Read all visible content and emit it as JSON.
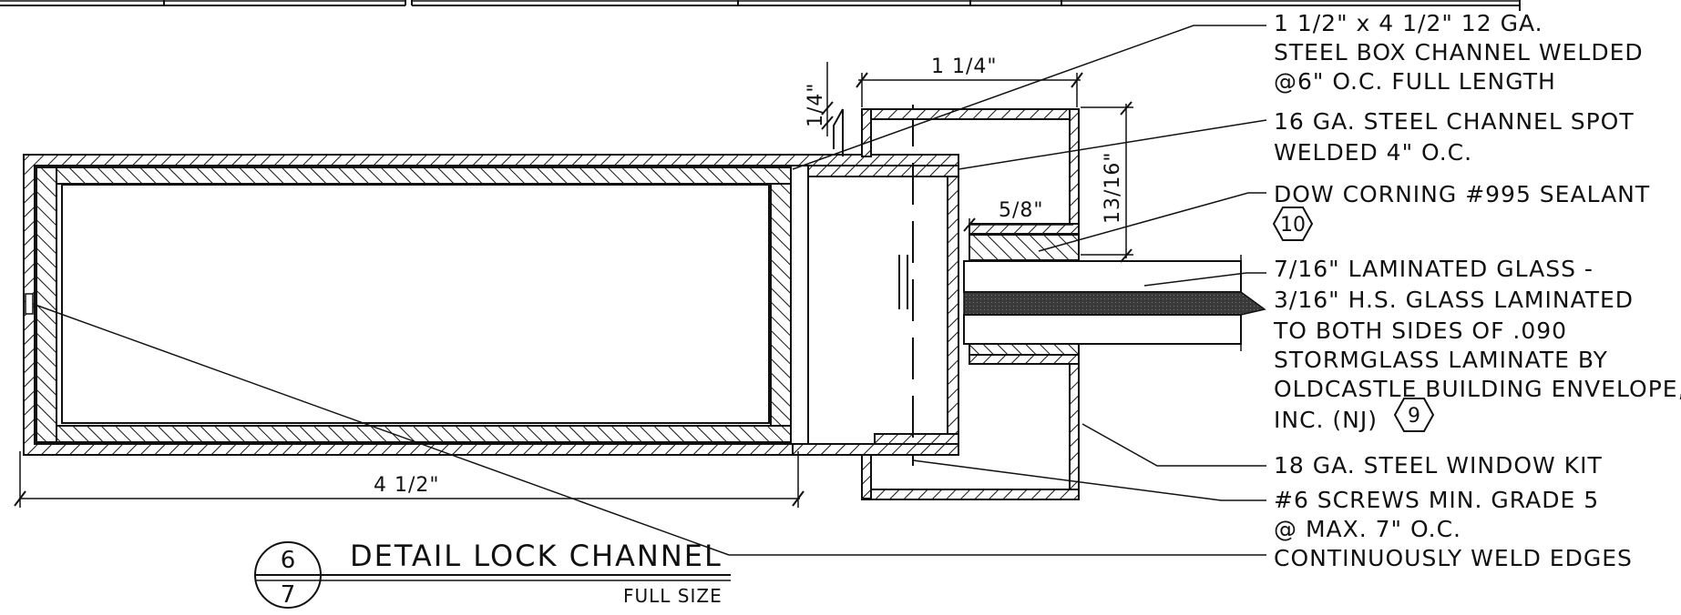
{
  "title": {
    "sheet_number": "6",
    "sheet_total": "7",
    "name": "DETAIL LOCK CHANNEL",
    "scale": "FULL SIZE"
  },
  "dimensions": {
    "width_4_1_2": "4 1/2\"",
    "width_1_1_4": "1 1/4\"",
    "lip_1_4": "1/4\"",
    "depth_13_16": "13/16\"",
    "offset_5_8": "5/8\""
  },
  "notes": [
    "1 1/2\" x 4 1/2\" 12 GA.",
    "STEEL BOX CHANNEL WELDED",
    "@6\" O.C. FULL LENGTH",
    "16 GA. STEEL CHANNEL SPOT",
    "WELDED 4\" O.C.",
    "DOW CORNING #995 SEALANT",
    "7/16\" LAMINATED GLASS -",
    "3/16\" H.S. GLASS LAMINATED",
    "TO BOTH SIDES OF .090",
    "STORMGLASS LAMINATE BY",
    "OLDCASTLE BUILDING ENVELOPE,",
    "INC. (NJ)",
    "18 GA. STEEL WINDOW KIT",
    "#6 SCREWS MIN. GRADE 5",
    "@ MAX. 7\" O.C.",
    "CONTINUOUSLY WELD EDGES"
  ],
  "tags": {
    "sealant": "10",
    "glass": "9"
  }
}
